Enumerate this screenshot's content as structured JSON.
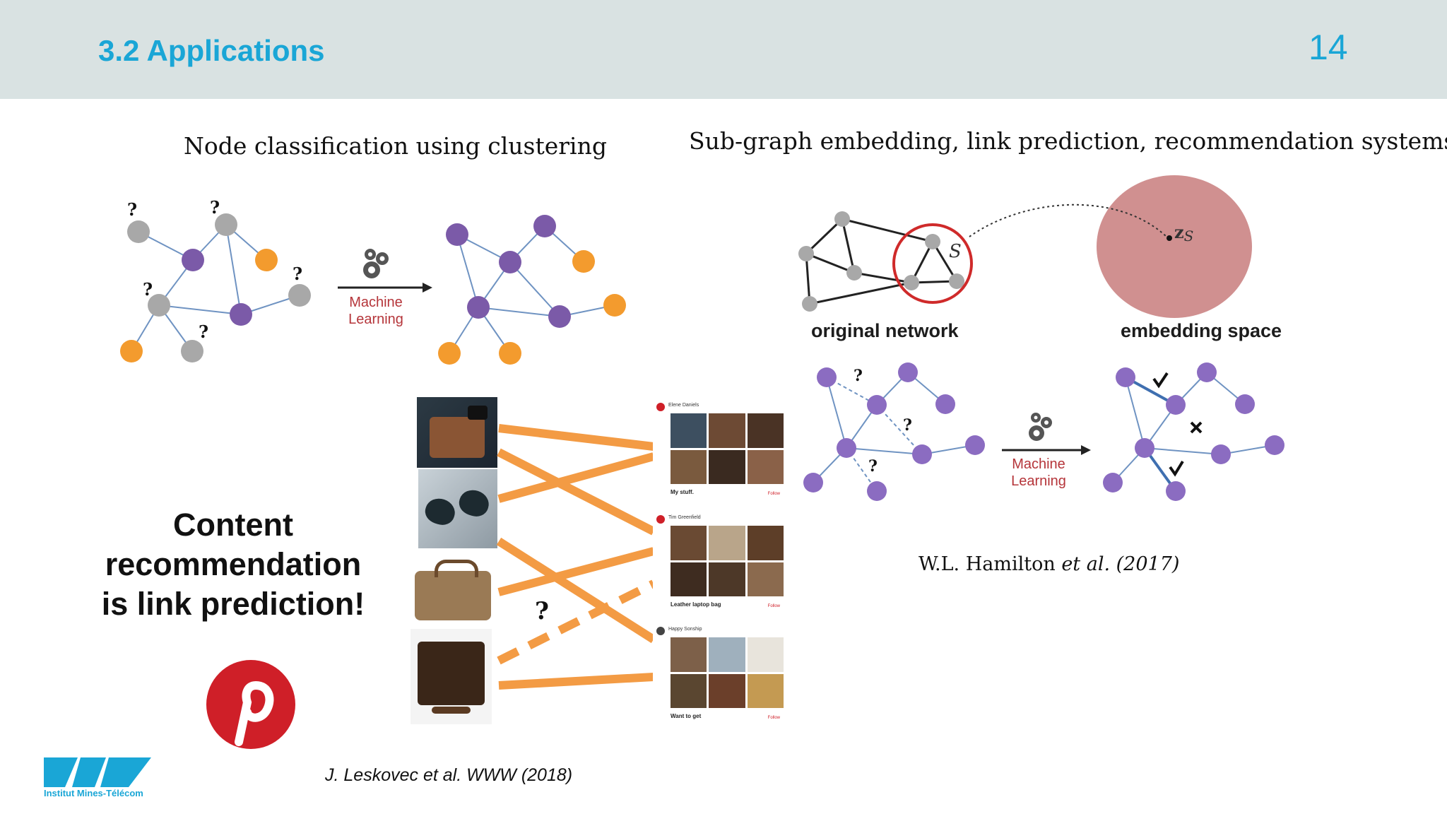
{
  "slide": {
    "title": "3.2 Applications",
    "page_number": "14"
  },
  "left_panel": {
    "caption": "Node classification using clustering",
    "ml_label_line1": "Machine",
    "ml_label_line2": "Learning"
  },
  "right_panel": {
    "caption": "Sub-graph embedding, link prediction, recommendation systems, etc.",
    "original_network_label": "original network",
    "embedding_space_label": "embedding space",
    "subgraph_symbol": "S",
    "embedding_symbol": "z",
    "embedding_subscript": "S",
    "ml_label_line1": "Machine",
    "ml_label_line2": "Learning",
    "citation_author": "W.L. Hamilton ",
    "citation_etal": "et al.",
    "citation_year": " (2017)"
  },
  "content_section": {
    "headline_line1": "Content",
    "headline_line2": "recommendation",
    "headline_line3": "is link prediction!",
    "citation": "J. Leskovec et al. WWW (2018)",
    "question_mark": "?",
    "boards": [
      {
        "user": "Elene Daniels",
        "name": "My stuff.",
        "follow": "Follow"
      },
      {
        "user": "Tim Greenfield",
        "name": "Leather laptop bag",
        "follow": "Follow"
      },
      {
        "user": "Happy Sonship",
        "name": "Want to get",
        "follow": "Follow"
      }
    ]
  },
  "footer": {
    "logo_text": "Institut Mines-Télécom"
  },
  "colors": {
    "header_bg": "#d9e2e2",
    "accent_blue": "#1aa6d6",
    "node_purple": "#7b5aa8",
    "node_orange": "#f39b2e",
    "node_gray": "#a8a8a8",
    "edge_blue": "#6f93c2",
    "link_orange": "#f39b44",
    "embedding_pink": "#d09090",
    "pinterest_red": "#cf1f28"
  }
}
